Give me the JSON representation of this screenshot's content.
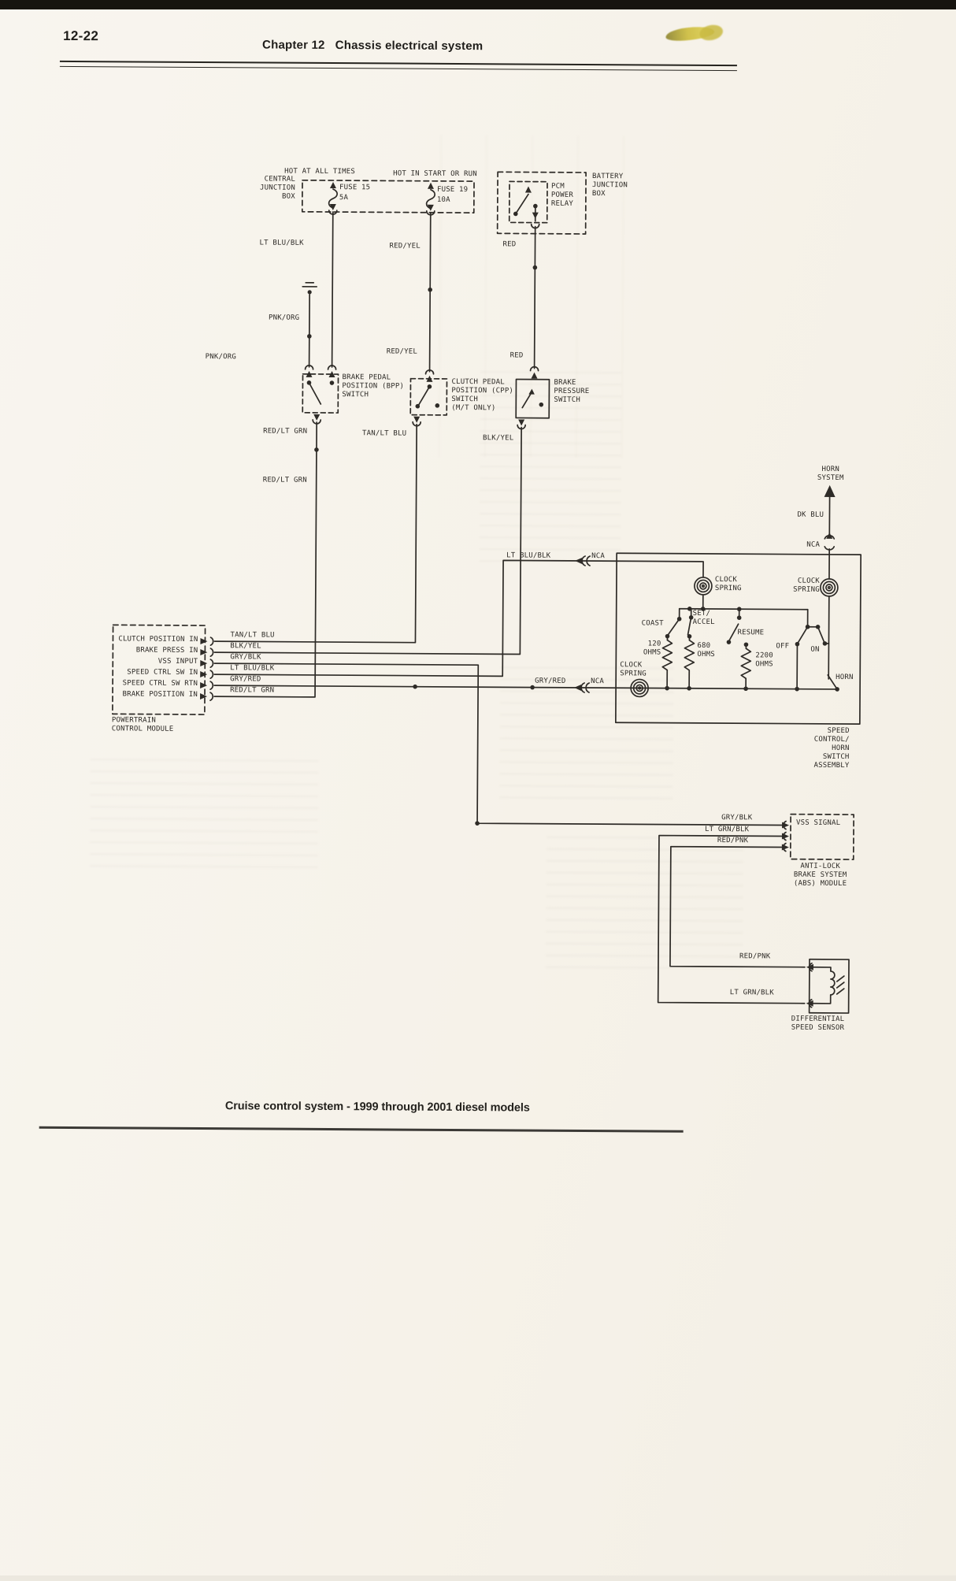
{
  "document": {
    "page_number": "12-22",
    "chapter_heading": "Chapter 12   Chassis electrical system",
    "caption": "Cruise control system - 1999 through 2001 diesel models"
  },
  "labels": {
    "hot_at_all_times": "HOT AT ALL TIMES",
    "hot_in_start_or_run": "HOT IN START OR RUN",
    "central_junction_box": "CENTRAL\nJUNCTION\nBOX",
    "fuse_15": "FUSE 15",
    "fuse_15_rating": "5A",
    "fuse_19": "FUSE 19",
    "fuse_19_rating": "10A",
    "pcm_power_relay": "PCM\nPOWER\nRELAY",
    "battery_junction_box": "BATTERY\nJUNCTION\nBOX",
    "lt_blu_blk": "LT BLU/BLK",
    "red_yel": "RED/YEL",
    "red": "RED",
    "pnk_org": "PNK/ORG",
    "bpp_switch": "BRAKE PEDAL\nPOSITION (BPP)\nSWITCH",
    "cpp_switch": "CLUTCH PEDAL\nPOSITION (CPP)\nSWITCH\n(M/T ONLY)",
    "brake_pressure_switch": "BRAKE\nPRESSURE\nSWITCH",
    "red_lt_grn": "RED/LT GRN",
    "tan_lt_blu": "TAN/LT BLU",
    "blk_yel": "BLK/YEL",
    "horn_system": "HORN\nSYSTEM",
    "dk_blu": "DK BLU",
    "nca": "NCA",
    "clock_spring": "CLOCK\nSPRING",
    "coast": "COAST",
    "ohms_120": "120\nOHMS",
    "set_accel": "SET/\nACCEL",
    "ohms_680": "680\nOHMS",
    "resume": "RESUME",
    "ohms_2200": "2200\nOHMS",
    "off": "OFF",
    "on": "ON",
    "horn": "HORN",
    "gry_red": "GRY/RED",
    "gry_blk": "GRY/BLK",
    "lt_grn_blk": "LT GRN/BLK",
    "red_pnk": "RED/PNK",
    "vss_signal": "VSS SIGNAL",
    "powertrain_control_module": "POWERTRAIN\nCONTROL MODULE",
    "speed_control_horn_switch_assembly": "SPEED\nCONTROL/\nHORN\nSWITCH\nASSEMBLY",
    "abs_module": "ANTI-LOCK\nBRAKE SYSTEM\n(ABS) MODULE",
    "differential_speed_sensor": "DIFFERENTIAL\nSPEED SENSOR"
  },
  "pcm": {
    "pins": [
      "CLUTCH POSITION IN",
      "BRAKE PRESS IN",
      "VSS INPUT",
      "SPEED CTRL SW IN",
      "SPEED CTRL SW RTN",
      "BRAKE POSITION IN"
    ],
    "wires": [
      "TAN/LT BLU",
      "BLK/YEL",
      "GRY/BLK",
      "LT BLU/BLK",
      "GRY/RED",
      "RED/LT GRN"
    ]
  },
  "colors": {
    "ink": "#2e2b27",
    "paper": "#f7f4ed",
    "highlighter": "#c9b93f"
  }
}
